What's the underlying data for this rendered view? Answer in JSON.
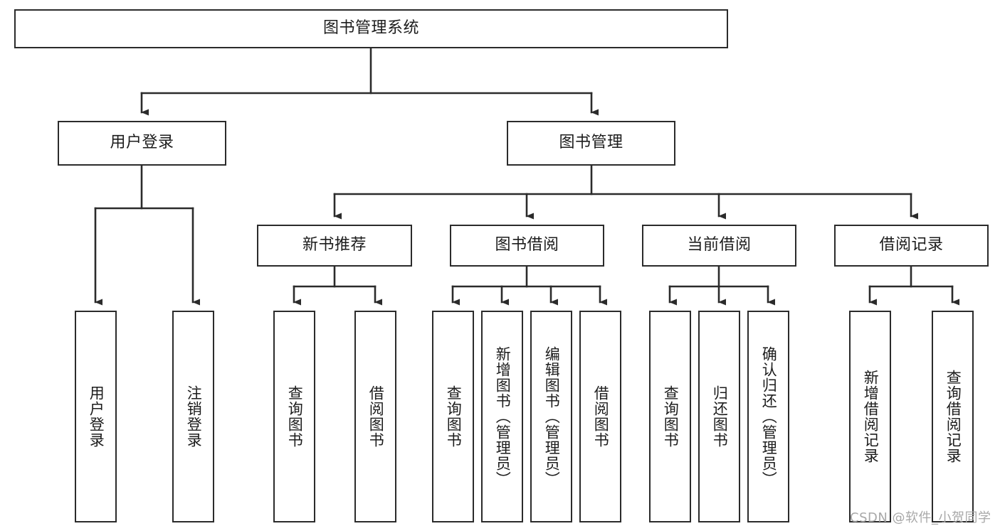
{
  "diagram": {
    "type": "hierarchy-tree",
    "title": "图书管理系统",
    "root": {
      "id": "root",
      "label": "图书管理系统"
    },
    "level2": [
      {
        "id": "user-login",
        "label": "用户登录"
      },
      {
        "id": "book-manage",
        "label": "图书管理"
      }
    ],
    "level3": [
      {
        "id": "new-book-recommend",
        "label": "新书推荐",
        "parent": "book-manage"
      },
      {
        "id": "book-borrow",
        "label": "图书借阅",
        "parent": "book-manage"
      },
      {
        "id": "current-borrow",
        "label": "当前借阅",
        "parent": "book-manage"
      },
      {
        "id": "borrow-record",
        "label": "借阅记录",
        "parent": "book-manage"
      }
    ],
    "leaves": {
      "user-login": [
        {
          "id": "leaf-user-login",
          "label": "用户登录"
        },
        {
          "id": "leaf-logout-login",
          "label": "注销登录"
        }
      ],
      "new-book-recommend": [
        {
          "id": "leaf-query-book-1",
          "label": "查询图书"
        },
        {
          "id": "leaf-borrow-book-1",
          "label": "借阅图书"
        }
      ],
      "book-borrow": [
        {
          "id": "leaf-query-book-2",
          "label": "查询图书"
        },
        {
          "id": "leaf-add-book",
          "label": "新增图书（管理员）"
        },
        {
          "id": "leaf-edit-book",
          "label": "编辑图书（管理员）"
        },
        {
          "id": "leaf-borrow-book-2",
          "label": "借阅图书"
        }
      ],
      "current-borrow": [
        {
          "id": "leaf-query-book-3",
          "label": "查询图书"
        },
        {
          "id": "leaf-return-book",
          "label": "归还图书"
        },
        {
          "id": "leaf-confirm-return",
          "label": "确认归还（管理员）"
        }
      ],
      "borrow-record": [
        {
          "id": "leaf-add-record",
          "label": "新增借阅记录"
        },
        {
          "id": "leaf-query-record",
          "label": "查询借阅记录"
        }
      ]
    },
    "watermark": "CSDN @软件_小贺同学",
    "colors": {
      "stroke": "#2b2b2b",
      "fill": "#ffffff",
      "text": "#1c1c1c",
      "watermark": "#a8a8a8"
    }
  }
}
